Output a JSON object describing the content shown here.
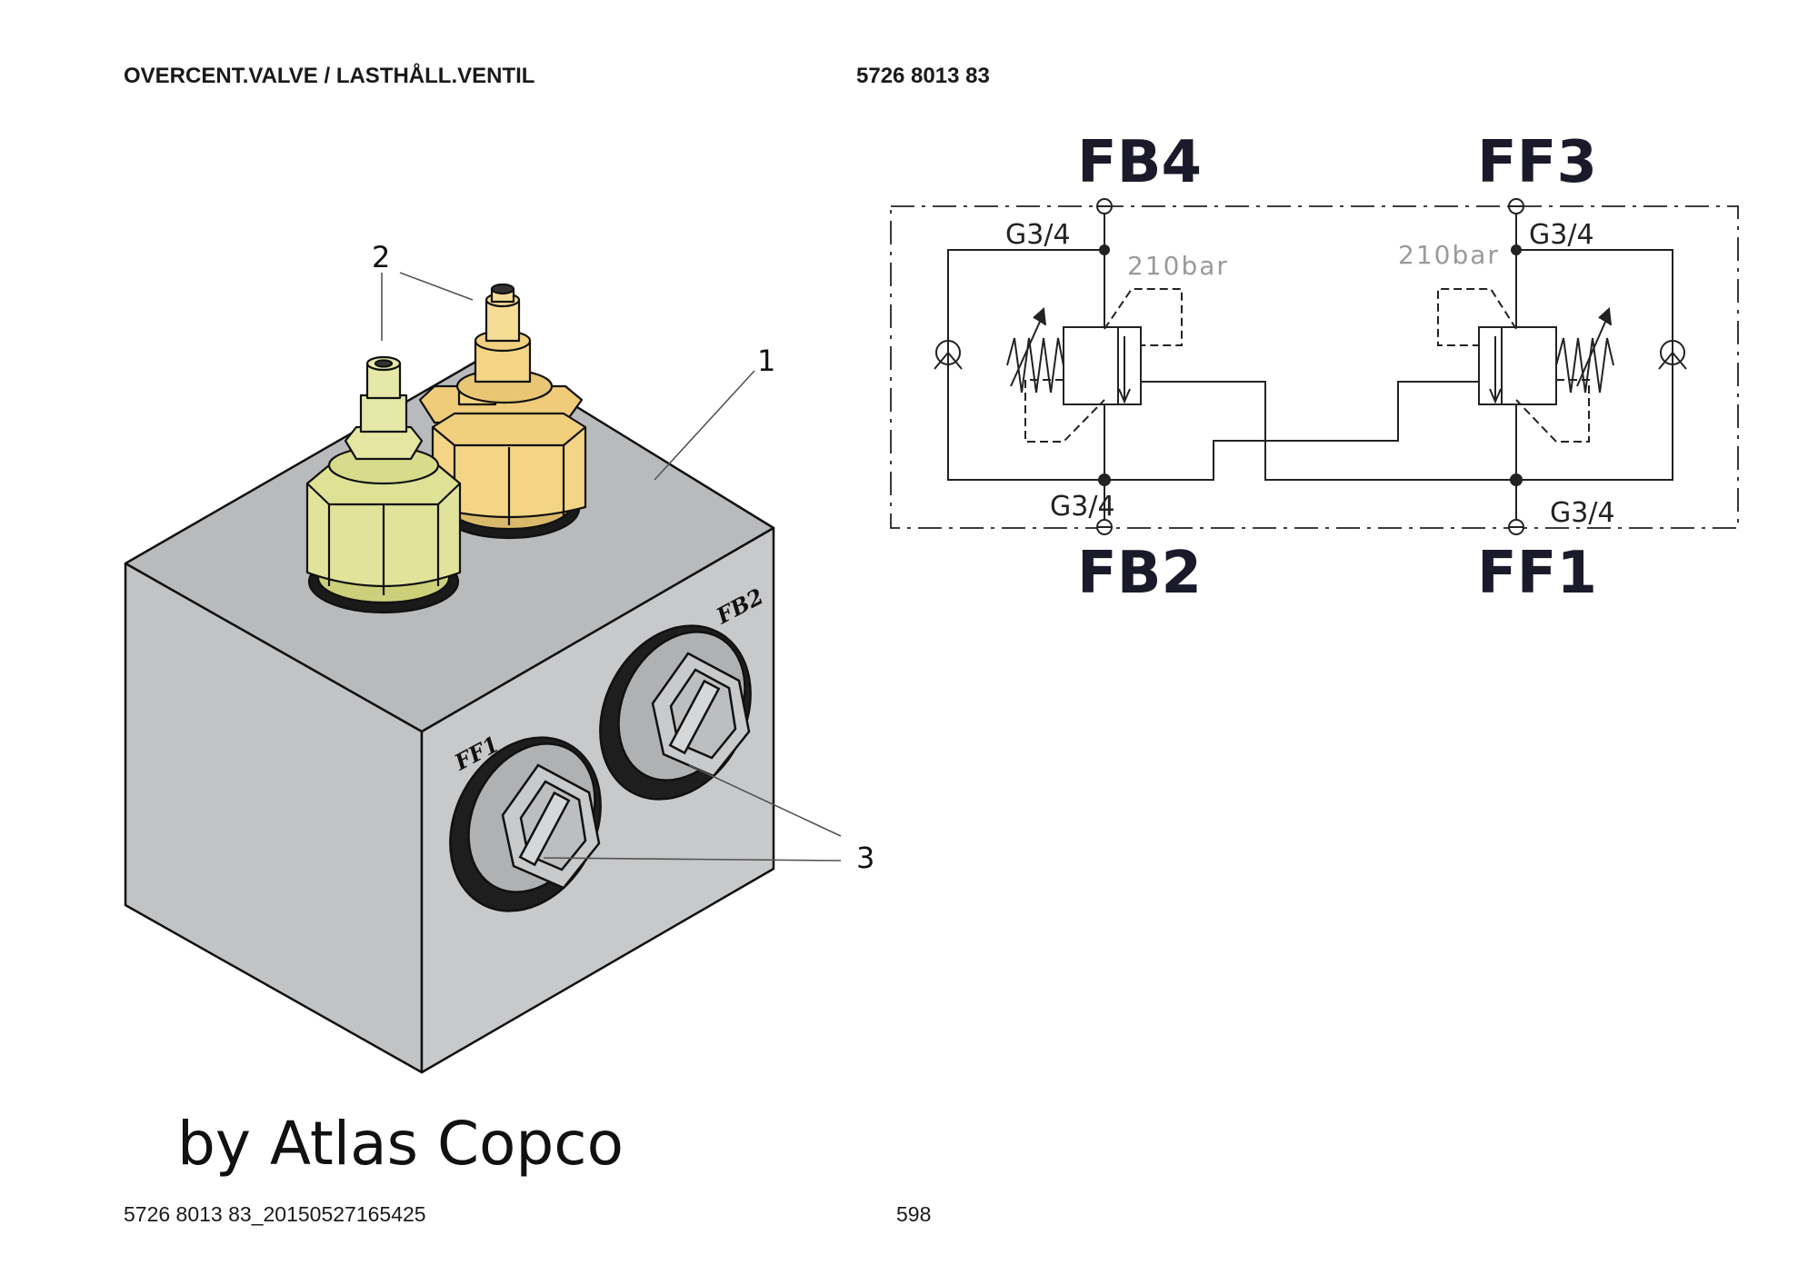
{
  "header": {
    "title": "OVERCENT.VALVE / LASTHÅLL.VENTIL",
    "part_number": "5726 8013 83"
  },
  "footer": {
    "doc_id": "5726 8013 83_20150527165425",
    "page": "598"
  },
  "brand": "by Atlas Copco",
  "callouts": {
    "body": "1",
    "cartridge": "2",
    "plug": "3"
  },
  "block_ports": {
    "ff1": "FF1",
    "fb2": "FB2"
  },
  "schematic": {
    "ports": {
      "fb4": "FB4",
      "ff3": "FF3",
      "fb2": "FB2",
      "ff1": "FF1"
    },
    "thread_size": "G3/4",
    "pressure_setting": "210bar"
  },
  "colors": {
    "block_side": "#c4c5c7",
    "block_top": "#b9babc",
    "cartridge_a": "#e2e49a",
    "cartridge_b": "#f0d27e"
  }
}
